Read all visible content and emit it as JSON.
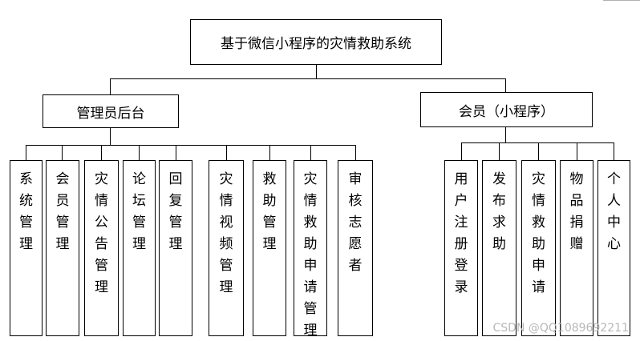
{
  "root": {
    "label": "基于微信小程序的灾情救助系统"
  },
  "admin": {
    "label": "管理员后台",
    "children": [
      "系统管理",
      "会员管理",
      "灾情公告管理",
      "论坛管理",
      "回复管理",
      "灾情视频管理",
      "救助管理",
      "灾情救助申请管理",
      "审核志愿者"
    ]
  },
  "member": {
    "label": "会员（小程序）",
    "children": [
      "用户注册登录",
      "发布求助",
      "灾情救助申请",
      "物品捐赠",
      "个人中心"
    ]
  },
  "watermark": "CSDN @QQ1089692211"
}
